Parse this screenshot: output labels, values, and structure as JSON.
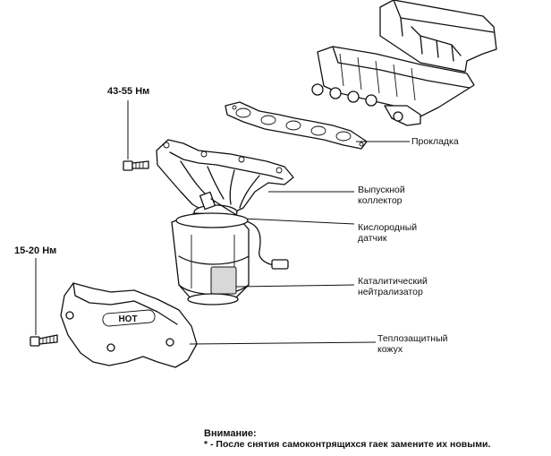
{
  "torque": {
    "upper": "43-55 Нм",
    "lower": "15-20 Нм"
  },
  "labels": {
    "gasket": "Прокладка",
    "exhaust_manifold_line1": "Выпускной",
    "exhaust_manifold_line2": "коллектор",
    "oxygen_sensor_line1": "Кислородный",
    "oxygen_sensor_line2": "датчик",
    "catalytic_converter_line1": "Каталитический",
    "catalytic_converter_line2": "нейтрализатор",
    "heat_shield_line1": "Теплозащитный",
    "heat_shield_line2": "кожух",
    "heat_shield_marking": "HOT"
  },
  "note": {
    "title": "Внимание:",
    "text": "* - После снятия самоконтрящихся гаек замените их новыми."
  }
}
